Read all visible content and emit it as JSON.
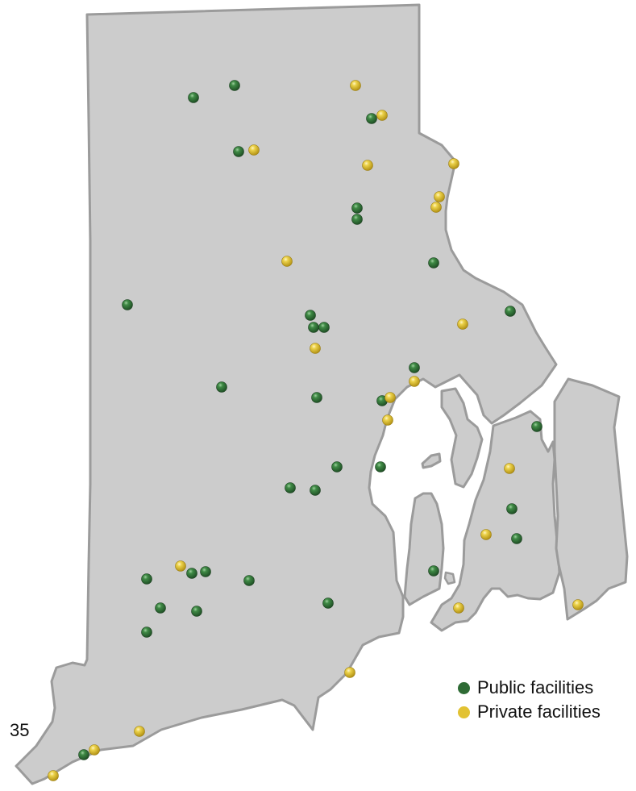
{
  "map": {
    "page_number": "35",
    "legend": [
      {
        "key": "public",
        "label": "Public facilities",
        "color": "#2e6b35"
      },
      {
        "key": "private",
        "label": "Private facilities",
        "color": "#e2c233"
      }
    ],
    "colors": {
      "land": "#cccccc",
      "land_border": "#9b9b9b",
      "water": "#ffffff",
      "public": "#2e6b35",
      "private": "#e2c233"
    }
  }
}
